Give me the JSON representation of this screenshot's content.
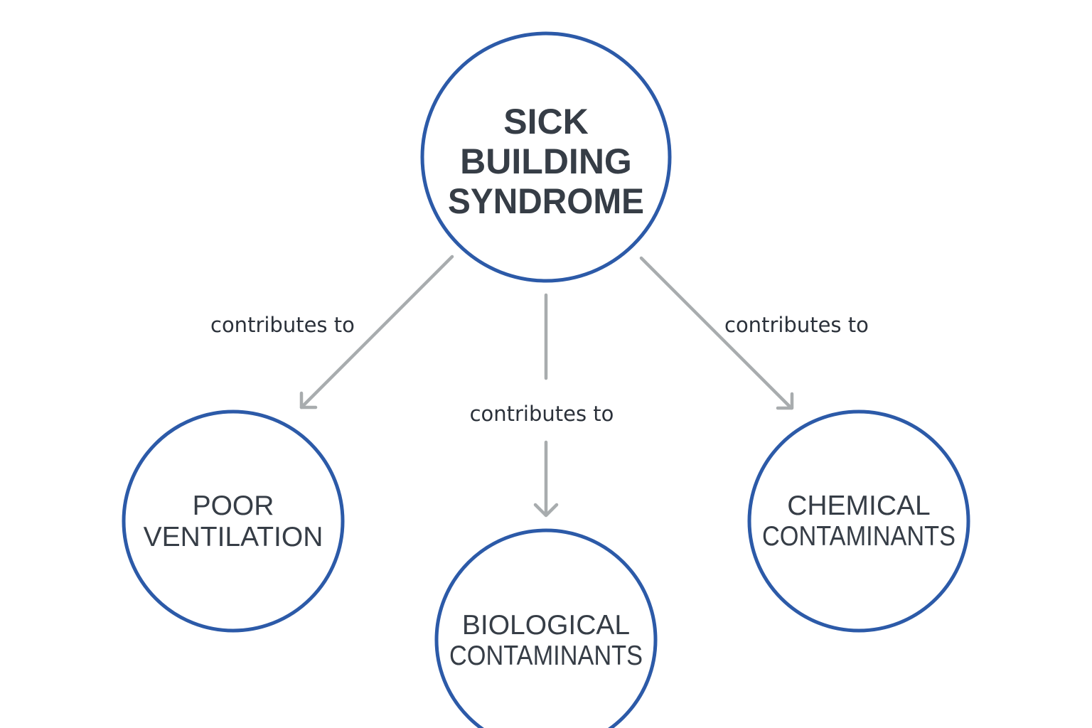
{
  "diagram": {
    "type": "concept-map",
    "colors": {
      "node_border": "#2c5aa8",
      "node_text": "#363d46",
      "edge": "#a8acae",
      "edge_label": "#2b313a",
      "background": "#ffffff"
    },
    "root": {
      "id": "sick-building-syndrome",
      "lines": [
        "SICK",
        "BUILDING",
        "SYNDROME"
      ]
    },
    "children": [
      {
        "id": "poor-ventilation",
        "lines": [
          "POOR",
          "VENTILATION"
        ]
      },
      {
        "id": "biological-contaminants",
        "lines": [
          "BIOLOGICAL",
          "CONTAMINANTS"
        ]
      },
      {
        "id": "chemical-contaminants",
        "lines": [
          "CHEMICAL",
          "CONTAMINANTS"
        ]
      }
    ],
    "edges": [
      {
        "from": "sick-building-syndrome",
        "to": "poor-ventilation",
        "label": "contributes to"
      },
      {
        "from": "sick-building-syndrome",
        "to": "biological-contaminants",
        "label": "contributes to"
      },
      {
        "from": "sick-building-syndrome",
        "to": "chemical-contaminants",
        "label": "contributes to"
      }
    ]
  }
}
